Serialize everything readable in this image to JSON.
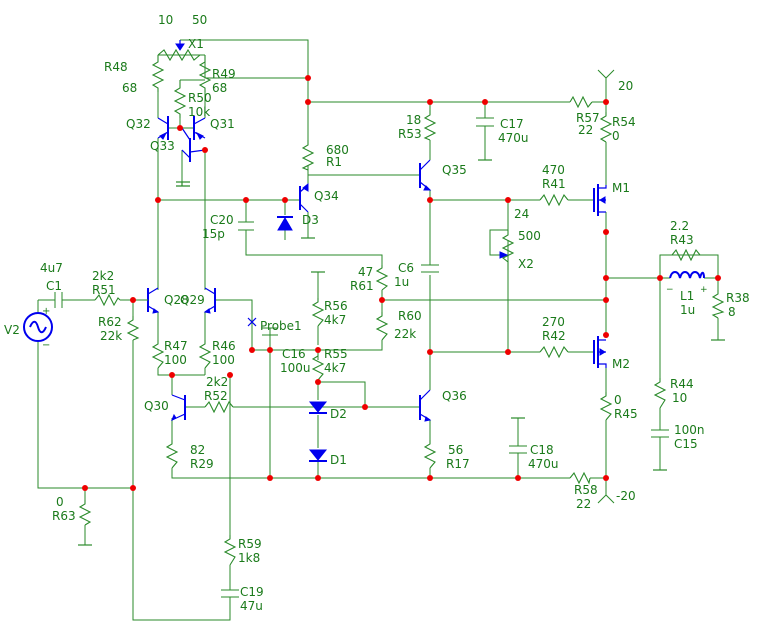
{
  "labels": {
    "t10": "10",
    "t50": "50",
    "x1": "X1",
    "r48": "R48",
    "r48v": "68",
    "r49": "R49",
    "r49v": "68",
    "r50": "R50",
    "r50v": "10k",
    "q32": "Q32",
    "q31": "Q31",
    "q33": "Q33",
    "r1v": "680",
    "r1": "R1",
    "q34": "Q34",
    "d3": "D3",
    "c20": "C20",
    "c20v": "15p",
    "r53v": "18",
    "r53": "R53",
    "q35": "Q35",
    "c17": "C17",
    "c17v": "470u",
    "r57": "R57",
    "r57v": "22",
    "r54": "R54",
    "r54v": "0",
    "v20": "20",
    "r41v": "470",
    "r41": "R41",
    "m1": "M1",
    "n24": "24",
    "x2v": "500",
    "x2": "X2",
    "r43v": "2.2",
    "r43": "R43",
    "l1": "L1",
    "l1v": "1u",
    "r38": "R38",
    "r38v": "8",
    "c1v": "4u7",
    "c1": "C1",
    "r51v": "2k2",
    "r51": "R51",
    "v2": "V2",
    "q28": "Q28",
    "q29": "Q29",
    "r62": "R62",
    "r62v": "22k",
    "r61v": "47",
    "r61": "R61",
    "c6": "C6",
    "c6v": "1u",
    "r56": "R56",
    "r56v": "4k7",
    "probe1": "Probe1",
    "r60": "R60",
    "r60v": "22k",
    "r42v": "270",
    "r42": "R42",
    "m2": "M2",
    "r47": "R47",
    "r47v": "100",
    "r46": "R46",
    "r46v": "100",
    "c16": "C16",
    "c16v": "100u",
    "r55": "R55",
    "r55v": "4k7",
    "q30": "Q30",
    "r52v": "2k2",
    "r52": "R52",
    "d2": "D2",
    "q36": "Q36",
    "r45v": "0",
    "r45": "R45",
    "r44": "R44",
    "r44v": "10",
    "c15v": "100n",
    "c15": "C15",
    "r29v": "82",
    "r29": "R29",
    "d1": "D1",
    "r17v": "56",
    "r17": "R17",
    "c18": "C18",
    "c18v": "470u",
    "r58": "R58",
    "r58v": "22",
    "vm20": "-20",
    "r63v": "0",
    "r63": "R63",
    "r59": "R59",
    "r59v": "1k8",
    "c19": "C19",
    "c19v": "47u"
  }
}
